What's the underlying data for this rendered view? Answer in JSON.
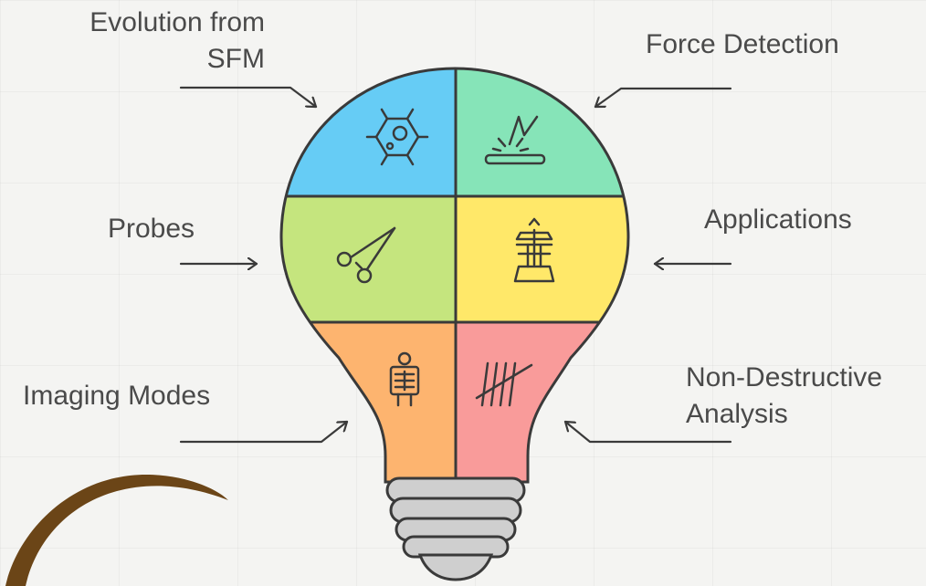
{
  "labels": {
    "evolution_line1": "Evolution from",
    "evolution_line2": "SFM",
    "force_detection": "Force Detection",
    "probes": "Probes",
    "applications": "Applications",
    "imaging_modes": "Imaging Modes",
    "non_destructive_line1": "Non-Destructive",
    "non_destructive_line2": "Analysis"
  },
  "icons": {
    "top_left": "molecule-icon",
    "top_right": "probe-tip-icon",
    "middle_left": "scissors-icon",
    "middle_right": "microscope-stage-icon",
    "bottom_left": "xray-icon",
    "bottom_right": "tally-marks-icon"
  },
  "colors": {
    "top_left": "#66ccf5",
    "top_right": "#86e4b8",
    "middle_left": "#c5e57e",
    "middle_right": "#ffe869",
    "bottom_left": "#fdb46f",
    "bottom_right": "#f99b9a",
    "base": "#cfcfcf",
    "outline": "#3a3a3a",
    "text": "#4a4a4a",
    "arc": "#6b4517"
  }
}
